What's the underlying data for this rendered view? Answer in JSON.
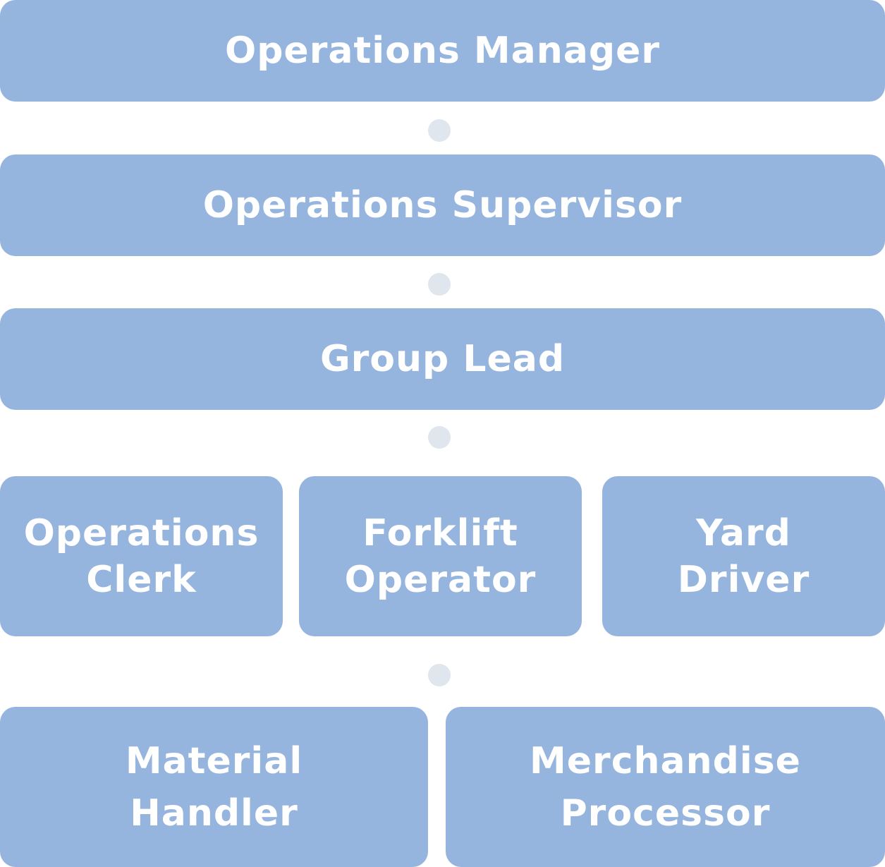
{
  "levels": {
    "manager": "Operations Manager",
    "supervisor": "Operations Supervisor",
    "lead": "Group Lead",
    "clerk": [
      "Operations",
      "Clerk"
    ],
    "forklift": [
      "Forklift",
      "Operator"
    ],
    "yard": [
      "Yard",
      "Driver"
    ],
    "material": [
      "Material",
      "Handler"
    ],
    "merchandise": [
      "Merchandise",
      "Processor"
    ]
  },
  "colors": {
    "box": "#95b4de",
    "text": "#ffffff",
    "connector": "#dfe6ee"
  }
}
